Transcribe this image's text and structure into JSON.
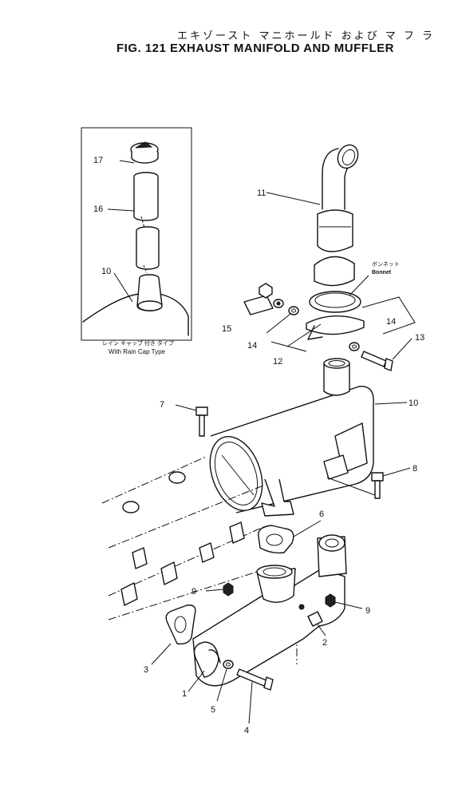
{
  "header": {
    "title_jp": "エキゾースト マニホールド および マ フ ラ",
    "title_en": "FIG. 121  EXHAUST MANIFOLD AND MUFFLER"
  },
  "inset": {
    "caption_jp": "レイン キャップ 付き タイプ",
    "caption_en": "With Rain Cap Type",
    "labels": [
      "17",
      "16",
      "10"
    ]
  },
  "bonnet": {
    "label_jp": "ボンネット",
    "label_en": "Bonnet"
  },
  "callouts": [
    "11",
    "15",
    "14",
    "14",
    "13",
    "12",
    "7",
    "10",
    "8",
    "6",
    "9",
    "9",
    "3",
    "1",
    "2",
    "5",
    "4"
  ]
}
